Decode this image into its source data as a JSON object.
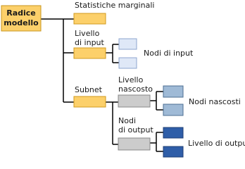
{
  "root": {
    "label": "Radice\nmodello"
  },
  "labels": {
    "marginal": "Statistiche marginali",
    "input_layer": "Livello\ndi input",
    "input_nodes": "Nodi di input",
    "subnet": "Subnet",
    "hidden_layer": "Livello\nnascosto",
    "hidden_nodes": "Nodi nascosti",
    "output_nodes": "Nodi\ndi output",
    "output_layer": "Livello di output"
  },
  "colors": {
    "root_fill": "#fcd06a",
    "root_stroke": "#c8961e",
    "orange_fill": "#fcd06a",
    "orange_stroke": "#d29a1e",
    "light_blue_fill": "#dfe8f7",
    "light_blue_stroke": "#8ea6cf",
    "gray_fill": "#cccccc",
    "gray_stroke": "#888888",
    "steel_blue_fill": "#9fbad6",
    "steel_blue_stroke": "#4d6f93",
    "dark_blue_fill": "#2f5ea8",
    "dark_blue_stroke": "#1f3f75",
    "line": "#000000"
  }
}
